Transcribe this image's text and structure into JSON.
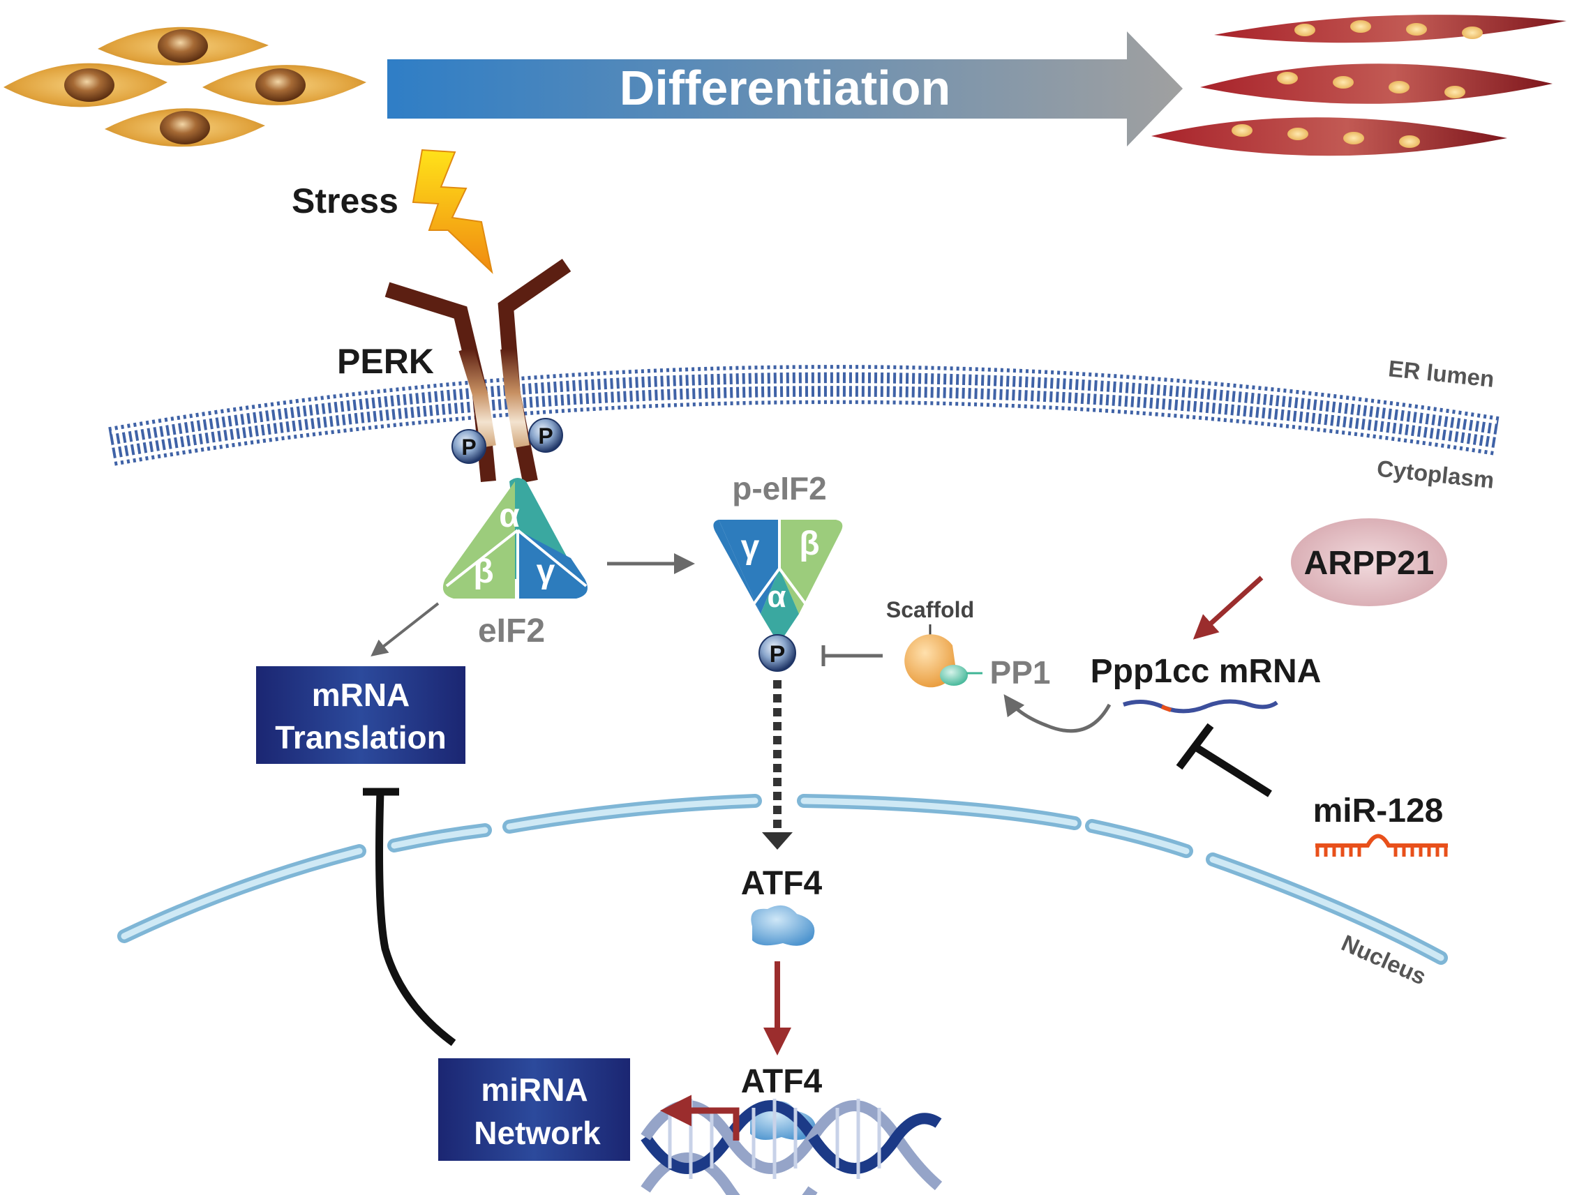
{
  "header": {
    "arrow_label": "Differentiation"
  },
  "stress": {
    "label": "Stress"
  },
  "perk": {
    "label": "PERK",
    "phospho_left": "P",
    "phospho_right": "P"
  },
  "regions": {
    "er_lumen": "ER lumen",
    "cytoplasm": "Cytoplasm",
    "nucleus": "Nucleus"
  },
  "eif2": {
    "label": "eIF2",
    "alpha": "α",
    "beta": "β",
    "gamma": "γ"
  },
  "peif2": {
    "label": "p-eIF2",
    "alpha": "α",
    "beta": "β",
    "gamma": "γ",
    "phospho": "P"
  },
  "boxes": {
    "mrna_translation": [
      "mRNA",
      "Translation"
    ],
    "mirna_network": [
      "miRNA",
      "Network"
    ]
  },
  "pp1": {
    "label": "PP1",
    "scaffold": "Scaffold"
  },
  "arpp21": {
    "label": "ARPP21"
  },
  "ppp1cc": {
    "label": "Ppp1cc mRNA"
  },
  "mir128": {
    "label": "miR-128"
  },
  "atf4": {
    "cyto_label": "ATF4",
    "nuclear_label": "ATF4"
  },
  "colors": {
    "membrane": "#3f62a6",
    "nucleus_envelope": "#9fd0e6",
    "box_fill": "#1b2672",
    "activation_arrow": "#9b2d2d",
    "inhibition": "#111111",
    "mir_orange": "#e8501b",
    "differentiation_arrow_start": "#2f7ec6",
    "differentiation_arrow_end": "#9a9a9a"
  }
}
